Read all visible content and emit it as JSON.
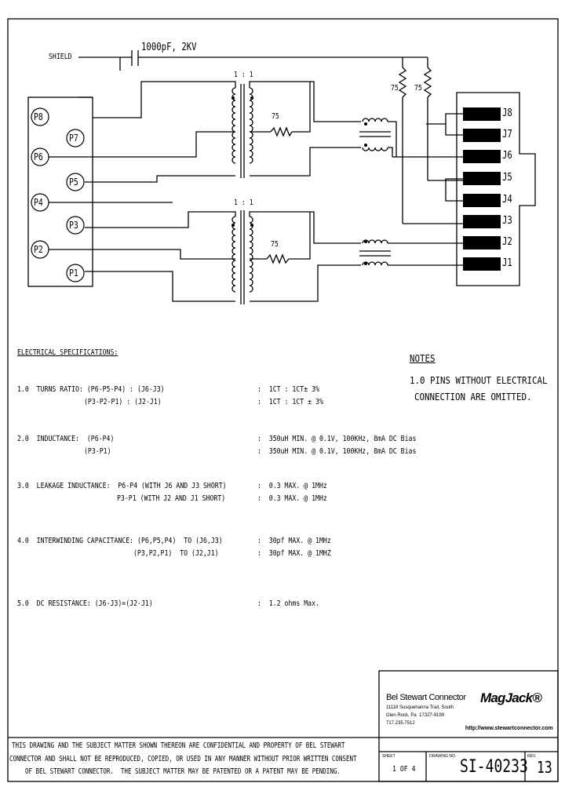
{
  "schematic": {
    "shield_label": "SHIELD",
    "capacitor_label": "1000pF, 2KV",
    "ratio_top": "1 : 1",
    "ratio_bottom": "1 : 1",
    "resistor_top": "75",
    "resistor_bottom": "75",
    "resistor_vert_1": "75",
    "resistor_vert_2": "75",
    "pins_left": [
      "P8",
      "P7",
      "P6",
      "P5",
      "P4",
      "P3",
      "P2",
      "P1"
    ],
    "jacks": [
      "J8",
      "J7",
      "J6",
      "J5",
      "J4",
      "J3",
      "J2",
      "J1"
    ]
  },
  "specs": {
    "heading": "ELECTRICAL SPECIFICATIONS:",
    "turns_1": "1.0  TURNS RATIO: (P6-P5-P4) : (J6-J3)",
    "turns_2": "(P3-P2-P1) : (J2-J1)",
    "turns_v1": ":  1CT : 1CT± 3%",
    "turns_v2": ":  1CT : 1CT ± 3%",
    "ind_1": "2.0  INDUCTANCE:  (P6-P4)",
    "ind_2": "(P3-P1)",
    "ind_v1": ":  350uH MIN. @ 0.1V, 100KHz, 8mA DC Bias",
    "ind_v2": ":  350uH MIN. @ 0.1V, 100KHz, 8mA DC Bias",
    "leak_1": "3.0  LEAKAGE INDUCTANCE:  P6-P4 (WITH J6 AND J3 SHORT)",
    "leak_2": "P3-P1 (WITH J2 AND J1 SHORT)",
    "leak_v1": ":  0.3 MAX. @ 1MHz",
    "leak_v2": ":  0.3 MAX. @ 1MHz",
    "cap_1": "4.0  INTERWINDING CAPACITANCE: (P6,P5,P4)  TO (J6,J3)",
    "cap_2": "(P3,P2,P1)  TO (J2,J1)",
    "cap_v1": ":  30pf MAX. @ 1MHz",
    "cap_v2": ":  30pf MAX. @ 1MHZ",
    "dcr_1": "5.0  DC RESISTANCE: (J6-J3)=(J2-J1)",
    "dcr_v1": ":  1.2 ohms Max."
  },
  "notes": {
    "heading": "NOTES",
    "line1": "1.0 PINS WITHOUT ELECTRICAL",
    "line2": "CONNECTION ARE OMITTED."
  },
  "title_block": {
    "company": "Bel Stewart Connector",
    "address_1": "11118 Susquehanna Trail, South",
    "address_2": "Glen Rock, Pa  17327-9199",
    "address_3": "717.235.7512",
    "logo": "MagJack®",
    "website": "http://www.stewartconnector.com",
    "sheet_label": "SHEET",
    "sheet_value": "1 OF 4",
    "drawing_label": "DRAWING NO.",
    "drawing_value": "SI-40233",
    "rev_label": "REV.",
    "rev_value": "13",
    "disclaimer_1": "THIS DRAWING AND THE SUBJECT MATTER SHOWN THEREON ARE CONFIDENTIAL AND PROPERTY OF BEL STEWART",
    "disclaimer_2": "CONNECTOR AND SHALL NOT BE REPRODUCED, COPIED, OR USED IN ANY MANNER WITHOUT PRIOR WRITTEN CONSENT",
    "disclaimer_3": "OF BEL STEWART CONNECTOR.  THE SUBJECT MATTER MAY BE PATENTED OR A PATENT MAY BE PENDING."
  }
}
